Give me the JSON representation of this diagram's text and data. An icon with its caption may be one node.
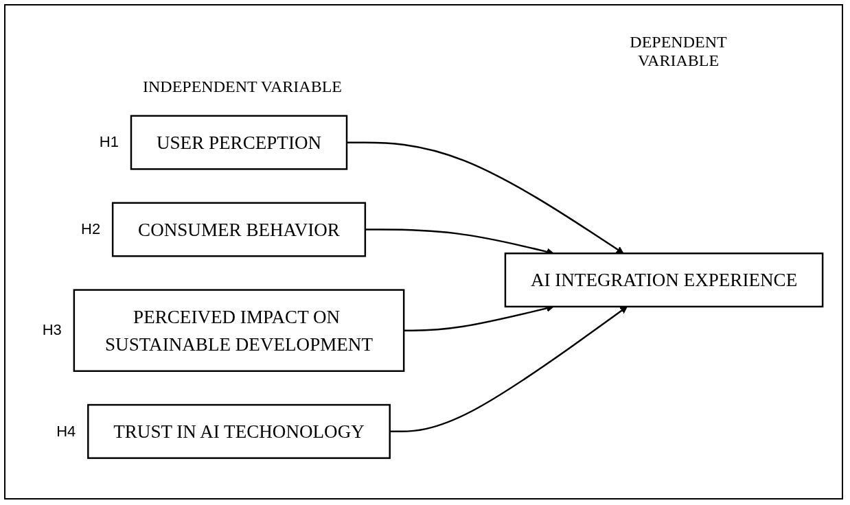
{
  "diagram": {
    "nodes": [
      {
        "text": [
          "USER PERCEPTION"
        ],
        "beside": [
          "H1"
        ]
      },
      {
        "text": [
          "CONSUMER BEHAVIOR"
        ],
        "beside": [
          "H2"
        ]
      },
      {
        "text": [
          "PERCEIVED IMPACT ON SUSTAINABLE DEVELOPMENT"
        ],
        "beside": [
          "H3"
        ]
      },
      {
        "text": [
          "TRUST IN AI TECHONOLOGY"
        ],
        "beside": [
          "H4"
        ]
      },
      {
        "text": [
          "AI INTEGRATION EXPERIENCE"
        ]
      }
    ],
    "edges": [
      {
        "from": 0,
        "to": 4,
        "arrow": "to"
      },
      {
        "from": 1,
        "to": 4,
        "arrow": "to"
      },
      {
        "from": 2,
        "to": 4,
        "arrow": "to"
      },
      {
        "from": 3,
        "to": 4,
        "arrow": "to"
      }
    ],
    "labels": [
      "INDEPENDENT VARIABLE",
      "DEPENDENT VARIABLE"
    ]
  }
}
